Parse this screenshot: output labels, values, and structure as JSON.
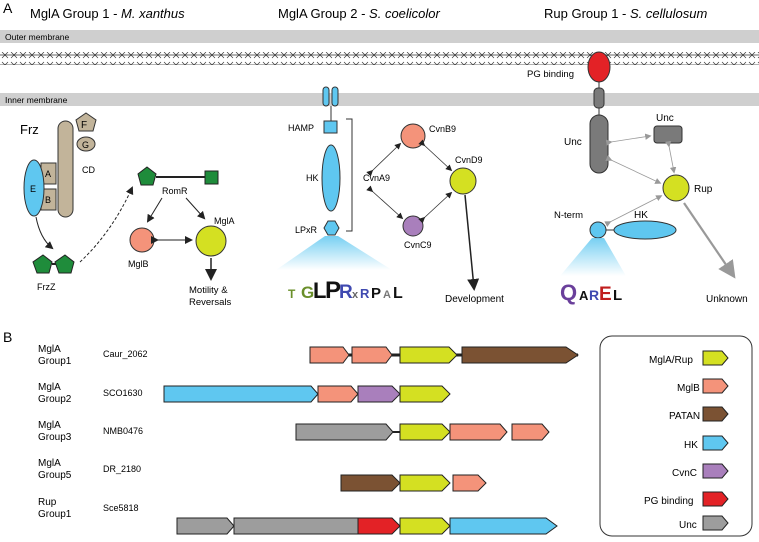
{
  "panelA": {
    "letter": "A",
    "group1_title": "MglA Group 1 - ",
    "group1_species": "M. xanthus",
    "group2_title": "MglA Group 2 - ",
    "group2_species": "S. coelicolor",
    "group3_title": "Rup Group 1 - ",
    "group3_species": "S. cellulosum",
    "outer_membrane": "Outer membrane",
    "inner_membrane": "Inner membrane",
    "frz": {
      "frz": "Frz",
      "F": "F",
      "G": "G",
      "CD": "CD",
      "A": "A",
      "B": "B",
      "E": "E",
      "FrzZ": "FrzZ",
      "RomR": "RomR",
      "MglA": "MglA",
      "MglB": "MglB",
      "motility1": "Motility &",
      "motility2": "Reversals"
    },
    "scoel": {
      "HAMP": "HAMP",
      "HK": "HK",
      "LPxR": "LPxR",
      "CvnA9": "CvnA9",
      "CvnB9": "CvnB9",
      "CvnD9": "CvnD9",
      "CvnC9": "CvnC9",
      "Development": "Development"
    },
    "scell": {
      "PG_binding": "PG binding",
      "Unc1": "Unc",
      "Unc2": "Unc",
      "Rup": "Rup",
      "Nterm": "N-term",
      "HK": "HK",
      "Unknown": "Unknown"
    },
    "logo1": [
      "T",
      "G",
      "L",
      "P",
      "R",
      "x",
      "R",
      "P",
      "A",
      "L"
    ],
    "logo2": [
      "Q",
      "A",
      "R",
      "E",
      "L"
    ]
  },
  "panelB": {
    "letter": "B",
    "rows": [
      {
        "group1": "MglA",
        "group2": "Group1",
        "locus": "Caur_2062"
      },
      {
        "group1": "MglA",
        "group2": "Group2",
        "locus": "SCO1630"
      },
      {
        "group1": "MglA",
        "group2": "Group3",
        "locus": "NMB0476"
      },
      {
        "group1": "MglA",
        "group2": "Group5",
        "locus": "DR_2180"
      },
      {
        "group1": "Rup",
        "group2": "Group1",
        "locus": "Sce5818"
      }
    ],
    "legend": [
      {
        "label": "MglA/Rup",
        "color": "#d4e022"
      },
      {
        "label": "MglB",
        "color": "#f4937a"
      },
      {
        "label": "PATAN",
        "color": "#7b5233"
      },
      {
        "label": "HK",
        "color": "#5fc7f0"
      },
      {
        "label": "CvnC",
        "color": "#a97fbc"
      },
      {
        "label": "PG binding",
        "color": "#e32226"
      },
      {
        "label": "Unc",
        "color": "#9d9d9d"
      }
    ]
  },
  "colors": {
    "yellow": "#d4e022",
    "salmon": "#f4937a",
    "brown": "#7b5233",
    "blue": "#5fc7f0",
    "purple": "#a97fbc",
    "red": "#e32226",
    "gray": "#9d9d9d",
    "tan": "#c2b49a",
    "green": "#1f8c3b",
    "membrane": "#cfcfcf"
  }
}
